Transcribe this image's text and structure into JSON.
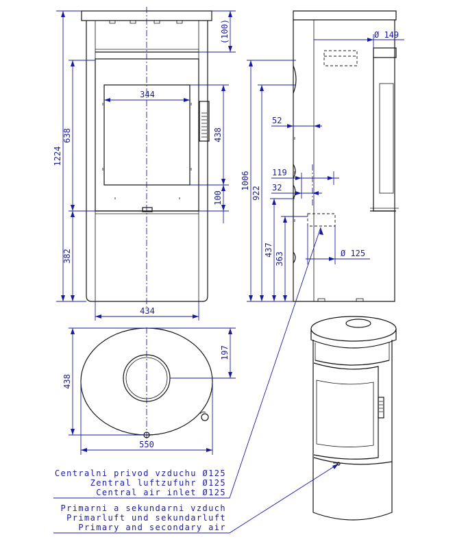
{
  "dimensions": {
    "front": {
      "d1224": "1224",
      "d638": "638",
      "d382": "382",
      "d100_top": "(100)",
      "d438": "438",
      "d100": "100",
      "d344": "344",
      "d434": "434"
    },
    "side": {
      "d149": "Ø 149",
      "d1006": "1006",
      "d922": "922",
      "d52": "52",
      "d119": "119",
      "d32": "32",
      "d437": "437",
      "d363": "363",
      "d125": "Ø 125"
    },
    "top": {
      "d438": "438",
      "d197": "197",
      "d550": "550"
    }
  },
  "labels": {
    "central_inlet": [
      "Centralni privod vzduchu Ø125",
      "Zentral luftzufuhr Ø125",
      "Central air inlet Ø125"
    ],
    "primary_secondary": [
      "Primarni a sekundarni vzduch",
      "Primarluft und sekundarluft",
      "Primary and secondary air"
    ]
  }
}
